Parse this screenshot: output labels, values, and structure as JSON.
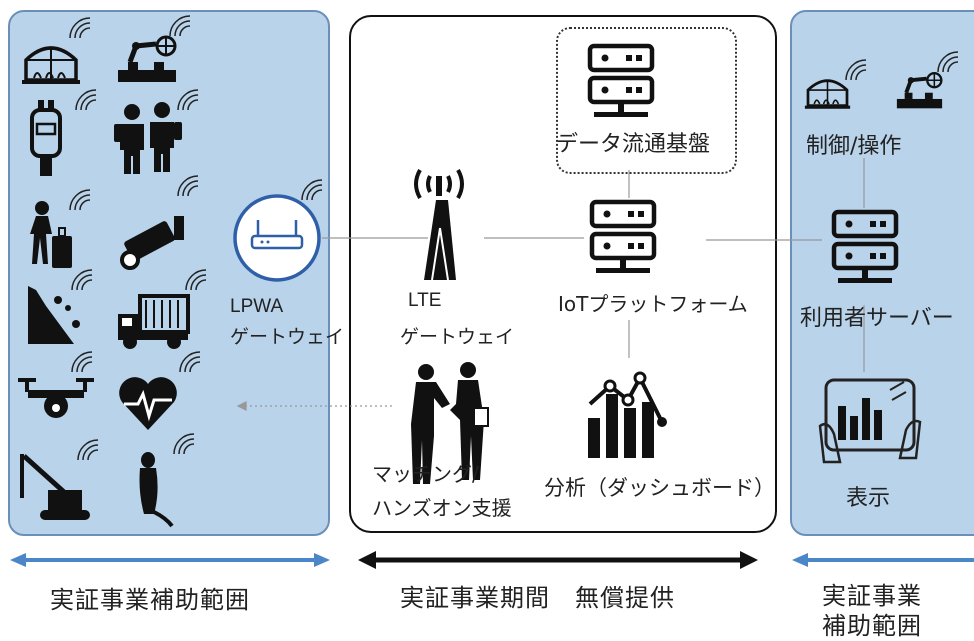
{
  "labels": {
    "data_platform": "データ流通基盤",
    "lpwa_line1": "LPWA",
    "lpwa_line2": "ゲートウェイ",
    "lte_line1": "LTE",
    "lte_line2": "ゲートウェイ",
    "iot_platform": "IoTプラットフォーム",
    "matching_line1": "マッチング/",
    "matching_line2": "ハンズオン支援",
    "analysis": "分析（ダッシュボード）",
    "control": "制御/操作",
    "user_server": "利用者サーバー",
    "display": "表示"
  },
  "bottom": {
    "left_scope": "実証事業補助範囲",
    "center_scope": "実証事業期間　無償提供",
    "right_scope_line1": "実証事業",
    "right_scope_line2": "補助範囲"
  },
  "colors": {
    "panel_fill": "#b9d3ea",
    "panel_border": "#6b8fb8",
    "arrow_blue": "#4a86c8",
    "icon_black": "#111111",
    "gateway_blue": "#2f5fa8"
  },
  "icons": [
    "greenhouse-icon",
    "factory-robot-icon",
    "gas-meter-icon",
    "children-icon",
    "traveler-icon",
    "security-camera-icon",
    "landslide-icon",
    "truck-icon",
    "drone-icon",
    "heart-rate-icon",
    "crane-icon",
    "meerkat-icon",
    "lpwa-router-icon",
    "lte-antenna-icon",
    "server-icon",
    "handshake-icon",
    "bar-chart-icon",
    "tablet-chart-icon"
  ]
}
